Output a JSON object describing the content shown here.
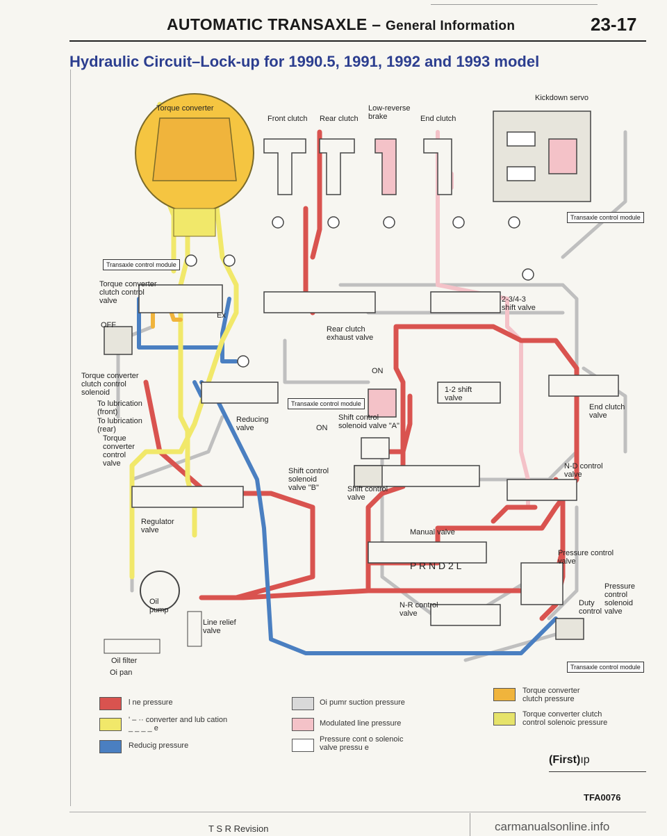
{
  "header": {
    "title_main": "AUTOMATIC TRANSAXLE",
    "title_sep": " – ",
    "title_sub": "General Information",
    "page": "23-17"
  },
  "title": "Hydraulic Circuit–Lock-up for 1990.5, 1991, 1992 and 1993 model",
  "labels": {
    "torque_converter": "Torque converter",
    "front_clutch": "Front clutch",
    "rear_clutch": "Rear clutch",
    "low_reverse": "Low-reverse\nbrake",
    "end_clutch": "End clutch",
    "kickdown_servo": "Kickdown servo",
    "tcm1": "Transaxle\ncontrol module",
    "tcm2": "Transaxle\ncontrol module",
    "tcm3": "Transaxle\ncontrol module",
    "tcm4": "Transaxle\ncontrol\nmodule",
    "tcc_valve": "Torque converter\nclutch control\nvalve",
    "off": "OFF",
    "tcc_solenoid": "Torque converter\nclutch control\nsolenoid",
    "lub_front": "To lubrication\n(front)",
    "lub_rear": "To lubrication\n(rear)",
    "tc_control_valve": "Torque\nconverter\ncontrol\nvalve",
    "regulator": "Regulator\nvalve",
    "oil_pump": "Oil\npump",
    "line_relief": "Line relief\nvalve",
    "oil_filter": "Oil filter",
    "oil_pan": "Oi pan",
    "reducing": "Reducing\nvalve",
    "rear_exhaust": "Rear clutch\nexhaust valve",
    "on1": "ON",
    "on2": "ON",
    "shift_sol_a": "Shift control\nsolenoid valve \"A\"",
    "shift_sol_b": "Shift control\nsolenoid\nvalve \"B\"",
    "shift_valve": "Shift control\nvalve",
    "shift_12": "1-2 shift\nvalve",
    "shift_234": "2-3/4-3\nshift valve",
    "end_clutch_valve": "End clutch\nvalve",
    "nd_control": "N-D control\nvalve",
    "manual_valve": "Manual valve",
    "prnd": "P R N D 2 L",
    "pressure_control": "Pressure control\nvalve",
    "pcsv": "Pressure\ncontrol\nsolenoid\nvalve",
    "duty_control": "Duty\ncontrol",
    "nr_control": "N-R control\nvalve",
    "ex": "Ex"
  },
  "legend": [
    {
      "color": "#d9534f",
      "text": "l ne pressure"
    },
    {
      "color": "#f1e86a",
      "text": "' – ·· converter and lub cation\n_ _ _ _ e"
    },
    {
      "color": "#4a7fc1",
      "text": "Reducig pressure"
    },
    {
      "color": "#d9d9d9",
      "text": "Oi pumr suction pressure"
    },
    {
      "color": "#f4c2c8",
      "text": "Modulated line pressure"
    },
    {
      "color": "#ffffff",
      "text": "Pressure cont o solenoic\nvalve pressu e"
    },
    {
      "color": "#f0b43c",
      "text": "Torque converter\nclutch pressure"
    },
    {
      "color": "#e6e36a",
      "text": "Torque converter clutch\ncontrol solenoic pressure"
    }
  ],
  "footer": {
    "first": "(First)",
    "first_suffix": "ıp",
    "code": "TFA0076",
    "revision": "T S R Revision",
    "watermark": "carmanualsonline.info"
  },
  "colors": {
    "line": "#d9534f",
    "converter": "#f1e86a",
    "reducing": "#4a7fc1",
    "suction": "#d9d9d9",
    "modulated": "#f4c2c8",
    "tcc": "#f0b43c"
  }
}
